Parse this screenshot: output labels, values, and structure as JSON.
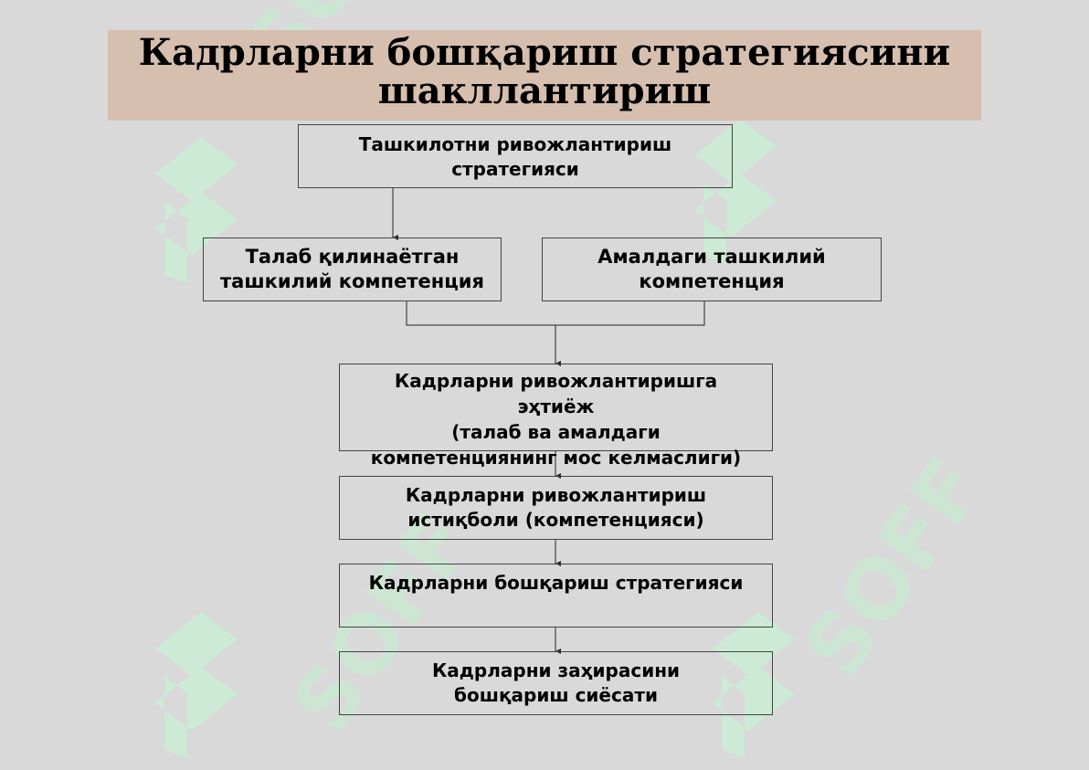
{
  "title": "Кадрларни бошқариш стратегиясини\nшакллантириш",
  "watermark": {
    "text": "SOFF",
    "color": "#c9ecd3",
    "logo": "leaf-logo"
  },
  "boxes": {
    "org_strategy": "Ташкилотни ривожлантириш\nстратегияси",
    "required_competence": "Талаб қилинаётган\nташкилий компетенция",
    "current_competence": "Амалдаги ташкилий\nкомпетенция",
    "development_need": "Кадрларни ривожлантиришга\nэҳтиёж\n(талаб ва амалдаги\nкомпетенциянинг мос келмаслиги)",
    "development_prospect": "Кадрларни ривожлантириш\nистиқболи (компетенцияси)",
    "hr_strategy": "Кадрларни бошқариш стратегияси",
    "reserve_policy": "Кадрларни заҳирасини\nбошқариш сиёсати"
  },
  "colors": {
    "background": "#d9d9d9",
    "banner": "#d6bfae",
    "border": "#444444"
  }
}
